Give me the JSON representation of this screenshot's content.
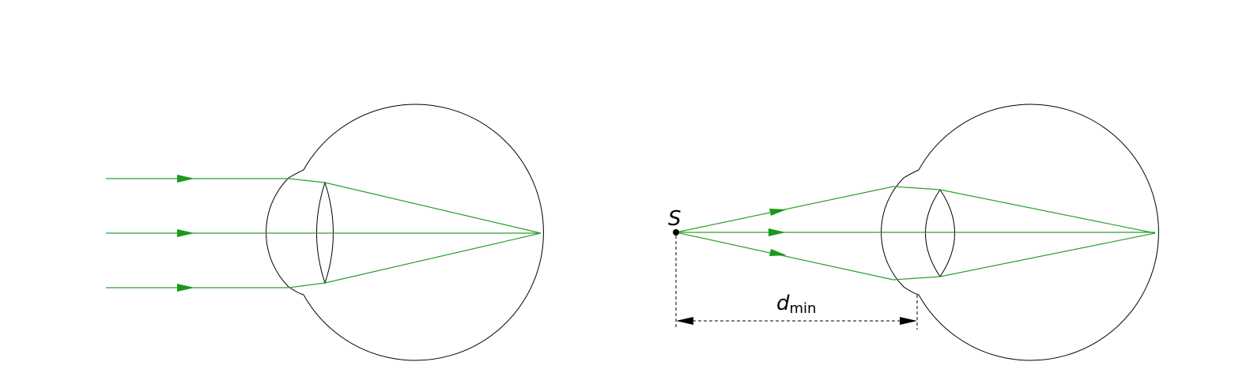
{
  "colors": {
    "ray": "#2ca02c",
    "arrowhead": "#1a9a1a",
    "outline": "#000000"
  },
  "left_eye": {
    "description_icon": "eye-cross-section-icon"
  },
  "right_eye": {
    "point_label": "S",
    "distance_label_main": "d",
    "distance_label_sub": "min"
  }
}
